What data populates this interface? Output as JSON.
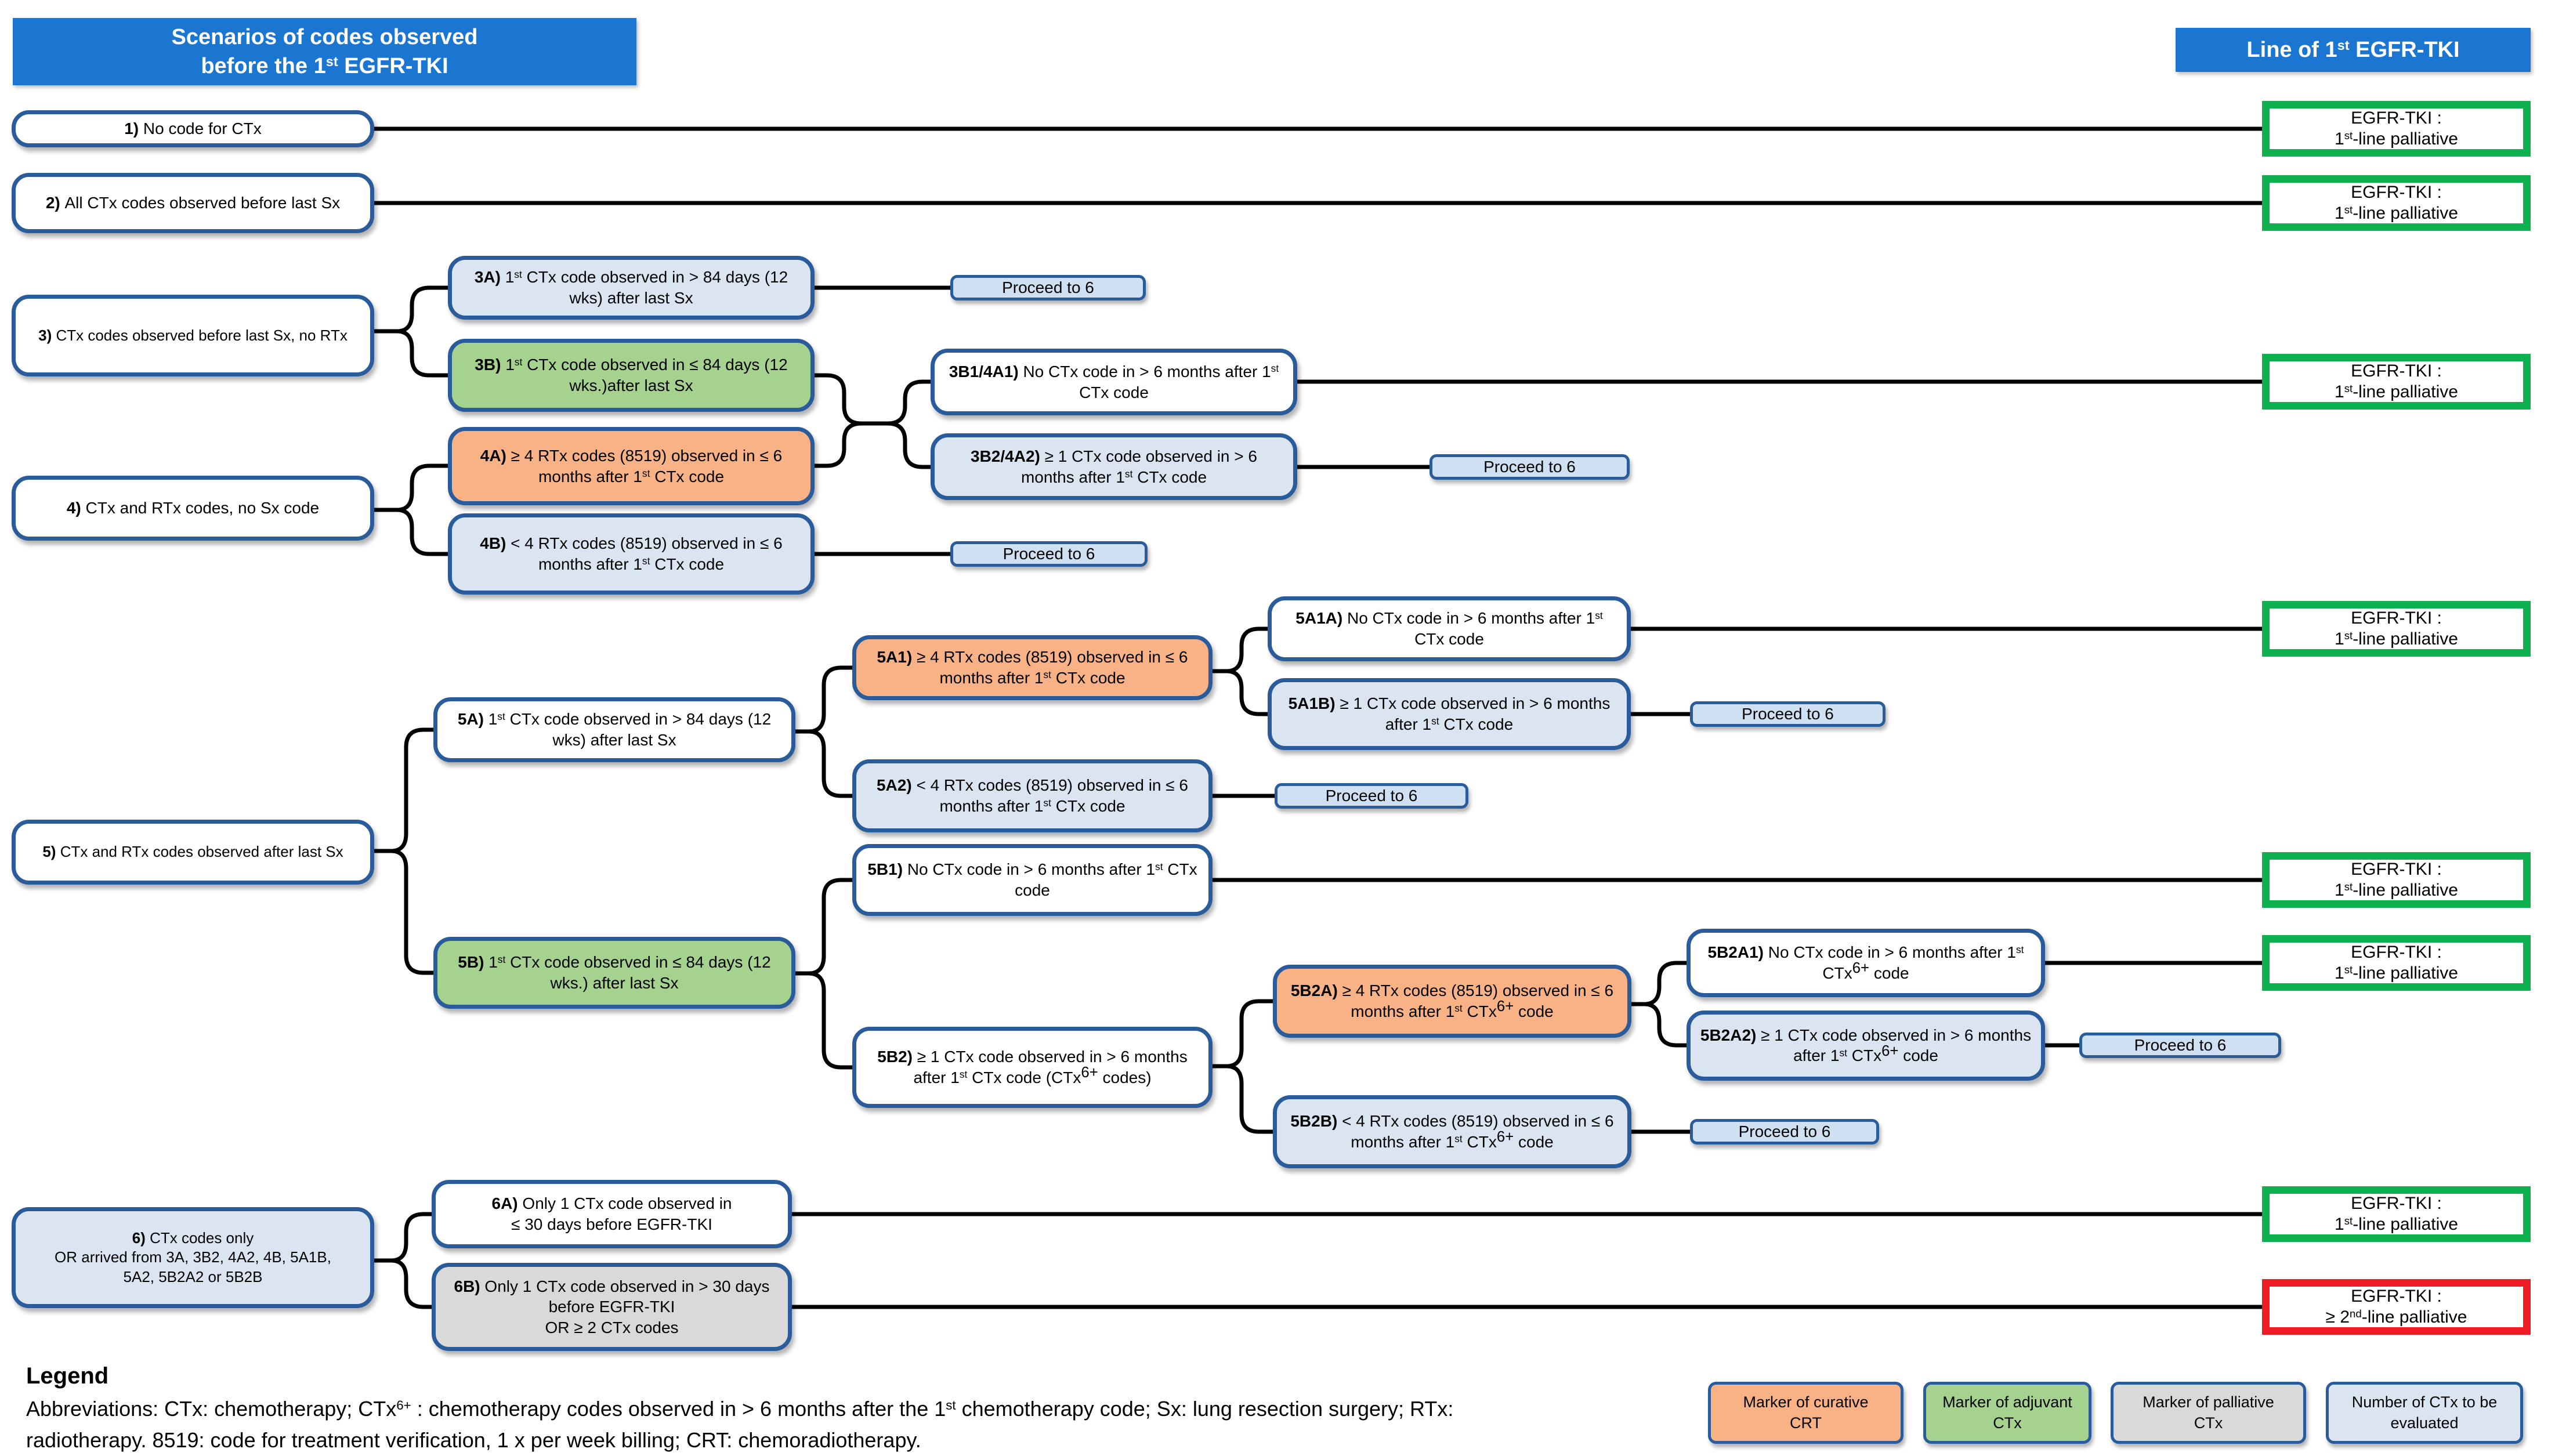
{
  "headers": {
    "left": [
      [
        "",
        "Scenarios of codes observed"
      ],
      [
        "br",
        ""
      ],
      [
        "",
        "before the 1"
      ],
      [
        "sup",
        "st"
      ],
      [
        "",
        " EGFR-TKI"
      ]
    ],
    "right": [
      [
        "",
        "Line of 1"
      ],
      [
        "sup",
        "st"
      ],
      [
        "",
        " EGFR-TKI"
      ]
    ]
  },
  "nodes": {
    "n1": [
      [
        "b",
        "1) "
      ],
      [
        "",
        "No code for CTx"
      ]
    ],
    "n2": [
      [
        "b",
        "2) "
      ],
      [
        "",
        "All CTx codes observed before last Sx"
      ]
    ],
    "n3": [
      [
        "b",
        "3) "
      ],
      [
        "",
        "CTx codes observed before last Sx, no RTx"
      ]
    ],
    "n3A": [
      [
        "b",
        "3A) "
      ],
      [
        "",
        "1"
      ],
      [
        "sup",
        "st"
      ],
      [
        "",
        " CTx code observed in > 84 days (12 wks) after last Sx"
      ]
    ],
    "n3B": [
      [
        "b",
        "3B) "
      ],
      [
        "",
        "1"
      ],
      [
        "sup",
        "st"
      ],
      [
        "",
        " CTx code observed in ≤ 84 days (12 wks.)after last Sx"
      ]
    ],
    "n4": [
      [
        "b",
        "4) "
      ],
      [
        "",
        "CTx and RTx codes, no Sx code"
      ]
    ],
    "n4A": [
      [
        "b",
        "4A) "
      ],
      [
        "",
        "≥ 4 RTx codes (8519) observed in ≤ 6 months after 1"
      ],
      [
        "sup",
        "st"
      ],
      [
        "",
        " CTx code"
      ]
    ],
    "n4B": [
      [
        "b",
        "4B) "
      ],
      [
        "",
        "< 4 RTx codes (8519) observed in ≤ 6 months after 1"
      ],
      [
        "sup",
        "st"
      ],
      [
        "",
        " CTx code"
      ]
    ],
    "n3B1_4A1": [
      [
        "b",
        "3B1/4A1) "
      ],
      [
        "",
        "No CTx code in > 6 months after 1"
      ],
      [
        "sup",
        "st"
      ],
      [
        "",
        " CTx code"
      ]
    ],
    "n3B2_4A2": [
      [
        "b",
        "3B2/4A2) "
      ],
      [
        "",
        "≥ 1 CTx code observed in > 6 months after 1"
      ],
      [
        "sup",
        "st"
      ],
      [
        "",
        " CTx code"
      ]
    ],
    "n5": [
      [
        "b",
        "5) "
      ],
      [
        "",
        "CTx and RTx codes observed after last Sx"
      ]
    ],
    "n5A": [
      [
        "b",
        "5A) "
      ],
      [
        "",
        "1"
      ],
      [
        "sup",
        "st"
      ],
      [
        "",
        " CTx code observed in > 84 days (12 wks) after last Sx"
      ]
    ],
    "n5B": [
      [
        "b",
        "5B) "
      ],
      [
        "",
        "1"
      ],
      [
        "sup",
        "st"
      ],
      [
        "",
        " CTx code observed in ≤ 84 days (12 wks.) after last Sx"
      ]
    ],
    "n5A1": [
      [
        "b",
        "5A1) "
      ],
      [
        "",
        "≥ 4 RTx codes (8519) observed in ≤ 6 months after 1"
      ],
      [
        "sup",
        "st"
      ],
      [
        "",
        " CTx code"
      ]
    ],
    "n5A2": [
      [
        "b",
        "5A2) "
      ],
      [
        "",
        "< 4 RTx codes (8519) observed in ≤ 6 months after 1"
      ],
      [
        "sup",
        "st"
      ],
      [
        "",
        " CTx code"
      ]
    ],
    "n5A1A": [
      [
        "b",
        "5A1A) "
      ],
      [
        "",
        "No CTx code in > 6 months after 1"
      ],
      [
        "sup",
        "st"
      ],
      [
        "",
        " CTx code"
      ]
    ],
    "n5A1B": [
      [
        "b",
        "5A1B) "
      ],
      [
        "",
        "≥ 1 CTx code observed in > 6 months after 1"
      ],
      [
        "sup",
        "st"
      ],
      [
        "",
        " CTx code"
      ]
    ],
    "n5B1": [
      [
        "b",
        "5B1) "
      ],
      [
        "",
        "No CTx code in > 6 months after 1"
      ],
      [
        "sup",
        "st"
      ],
      [
        "",
        " CTx code"
      ]
    ],
    "n5B2": [
      [
        "b",
        "5B2) "
      ],
      [
        "",
        "≥ 1 CTx code observed in > 6 months after 1"
      ],
      [
        "sup",
        "st"
      ],
      [
        "",
        " CTx code (CTx"
      ],
      [
        "bsup",
        "6+"
      ],
      [
        "",
        " codes)"
      ]
    ],
    "n5B2A": [
      [
        "b",
        "5B2A) "
      ],
      [
        "",
        "≥ 4 RTx codes (8519) observed in ≤ 6 months after 1"
      ],
      [
        "sup",
        "st"
      ],
      [
        "",
        " CTx"
      ],
      [
        "bsup",
        "6+"
      ],
      [
        "",
        " code"
      ]
    ],
    "n5B2B": [
      [
        "b",
        "5B2B) "
      ],
      [
        "",
        "< 4 RTx codes (8519) observed in ≤ 6 months after 1"
      ],
      [
        "sup",
        "st"
      ],
      [
        "",
        " CTx"
      ],
      [
        "bsup",
        "6+"
      ],
      [
        "",
        " code"
      ]
    ],
    "n5B2A1": [
      [
        "b",
        "5B2A1) "
      ],
      [
        "",
        "No CTx code in > 6 months after 1"
      ],
      [
        "sup",
        "st"
      ],
      [
        "",
        " CTx"
      ],
      [
        "bsup",
        "6+"
      ],
      [
        "",
        " code"
      ]
    ],
    "n5B2A2": [
      [
        "b",
        "5B2A2) "
      ],
      [
        "",
        "≥ 1 CTx code observed in > 6 months after 1"
      ],
      [
        "sup",
        "st"
      ],
      [
        "",
        " CTx"
      ],
      [
        "bsup",
        "6+"
      ],
      [
        "",
        " code"
      ]
    ],
    "n6": [
      [
        "b",
        "6) "
      ],
      [
        "",
        "CTx codes only"
      ],
      [
        "br",
        ""
      ],
      [
        "",
        "OR arrived from 3A, 3B2, 4A2, 4B, 5A1B,"
      ],
      [
        "br",
        ""
      ],
      [
        "",
        "5A2, 5B2A2 or 5B2B"
      ]
    ],
    "n6A": [
      [
        "b",
        "6A) "
      ],
      [
        "",
        "Only 1 CTx code observed in"
      ],
      [
        "br",
        ""
      ],
      [
        "",
        "≤ 30 days before EGFR-TKI"
      ]
    ],
    "n6B": [
      [
        "b",
        "6B) "
      ],
      [
        "",
        "Only 1 CTx code observed in > 30 days"
      ],
      [
        "br",
        ""
      ],
      [
        "",
        "before EGFR-TKI"
      ],
      [
        "br",
        ""
      ],
      [
        "",
        "OR ≥ 2 CTx codes"
      ]
    ]
  },
  "labels": {
    "proceed": [
      [
        "",
        "Proceed to 6"
      ]
    ]
  },
  "outcomes": {
    "first_line": [
      [
        "",
        "EGFR-TKI :"
      ],
      [
        "br",
        ""
      ],
      [
        "",
        "1"
      ],
      [
        "sup",
        "st"
      ],
      [
        "",
        "-line palliative"
      ]
    ],
    "second_line": [
      [
        "",
        "EGFR-TKI :"
      ],
      [
        "br",
        ""
      ],
      [
        "",
        "≥ 2"
      ],
      [
        "sup",
        "nd"
      ],
      [
        "",
        "-line palliative"
      ]
    ]
  },
  "legend": {
    "title": "Legend",
    "abbreviations": [
      [
        "",
        "Abbreviations: CTx: chemotherapy; CTx"
      ],
      [
        "sup",
        "6+"
      ],
      [
        "",
        " : chemotherapy codes observed in > 6 months after the 1"
      ],
      [
        "sup",
        "st"
      ],
      [
        "",
        " chemotherapy code; Sx: lung resection surgery; RTx:"
      ],
      [
        "br",
        ""
      ],
      [
        "",
        "radiotherapy. 8519: code for treatment verification, 1 x per week billing; CRT: chemoradiotherapy."
      ]
    ],
    "chips": [
      {
        "label": [
          [
            "",
            "Marker of curative"
          ],
          [
            "br",
            ""
          ],
          [
            "",
            "CRT"
          ]
        ],
        "color": "#f8b286"
      },
      {
        "label": [
          [
            "",
            "Marker of adjuvant"
          ],
          [
            "br",
            ""
          ],
          [
            "",
            "CTx"
          ]
        ],
        "color": "#a5d28e"
      },
      {
        "label": [
          [
            "",
            "Marker of palliative"
          ],
          [
            "br",
            ""
          ],
          [
            "",
            "CTx"
          ]
        ],
        "color": "#d9d9d9"
      },
      {
        "label": [
          [
            "",
            "Number of CTx to be"
          ],
          [
            "br",
            ""
          ],
          [
            "",
            "evaluated"
          ]
        ],
        "color": "#dbe5f2"
      }
    ]
  },
  "colors": {
    "header_blue": "#1b76d1",
    "node_border": "#2a5c9c",
    "curative_crt_orange": "#f8b286",
    "adjuvant_ctx_green": "#a5d28e",
    "palliative_ctx_gray": "#d9d9d9",
    "ctx_count_blue": "#dbe5f2",
    "proceed_blue": "#cfe0f2",
    "outcome_green": "#0db14e",
    "outcome_red": "#ee1c25",
    "connector_black": "#000000"
  }
}
